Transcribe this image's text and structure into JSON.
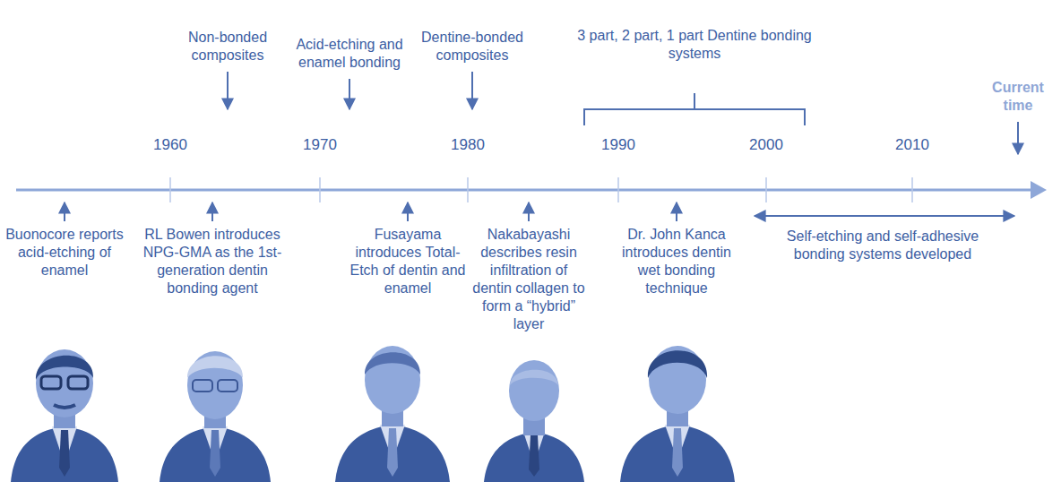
{
  "diagram": {
    "labels": [
      "Non-bonded composites",
      "Acid-etching and enamel bonding",
      "Dentine-bonded composites",
      "3 part, 2 part, 1 part Dentine bonding systems",
      "Current time",
      "1960",
      "1970",
      "1980",
      "1990",
      "2000",
      "2010",
      "Buonocore reports acid-etching of enamel",
      "RL Bowen introduces NPG-GMA as the 1st-generation dentin bonding agent",
      "Fusayama introduces Total-Etch of dentin and enamel",
      "Nakabayashi describes resin infiltration of dentin collagen to form a “hybrid” layer",
      "Dr. John Kanca introduces dentin wet bonding technique",
      "Self-etching and self-adhesive bonding systems developed"
    ]
  }
}
